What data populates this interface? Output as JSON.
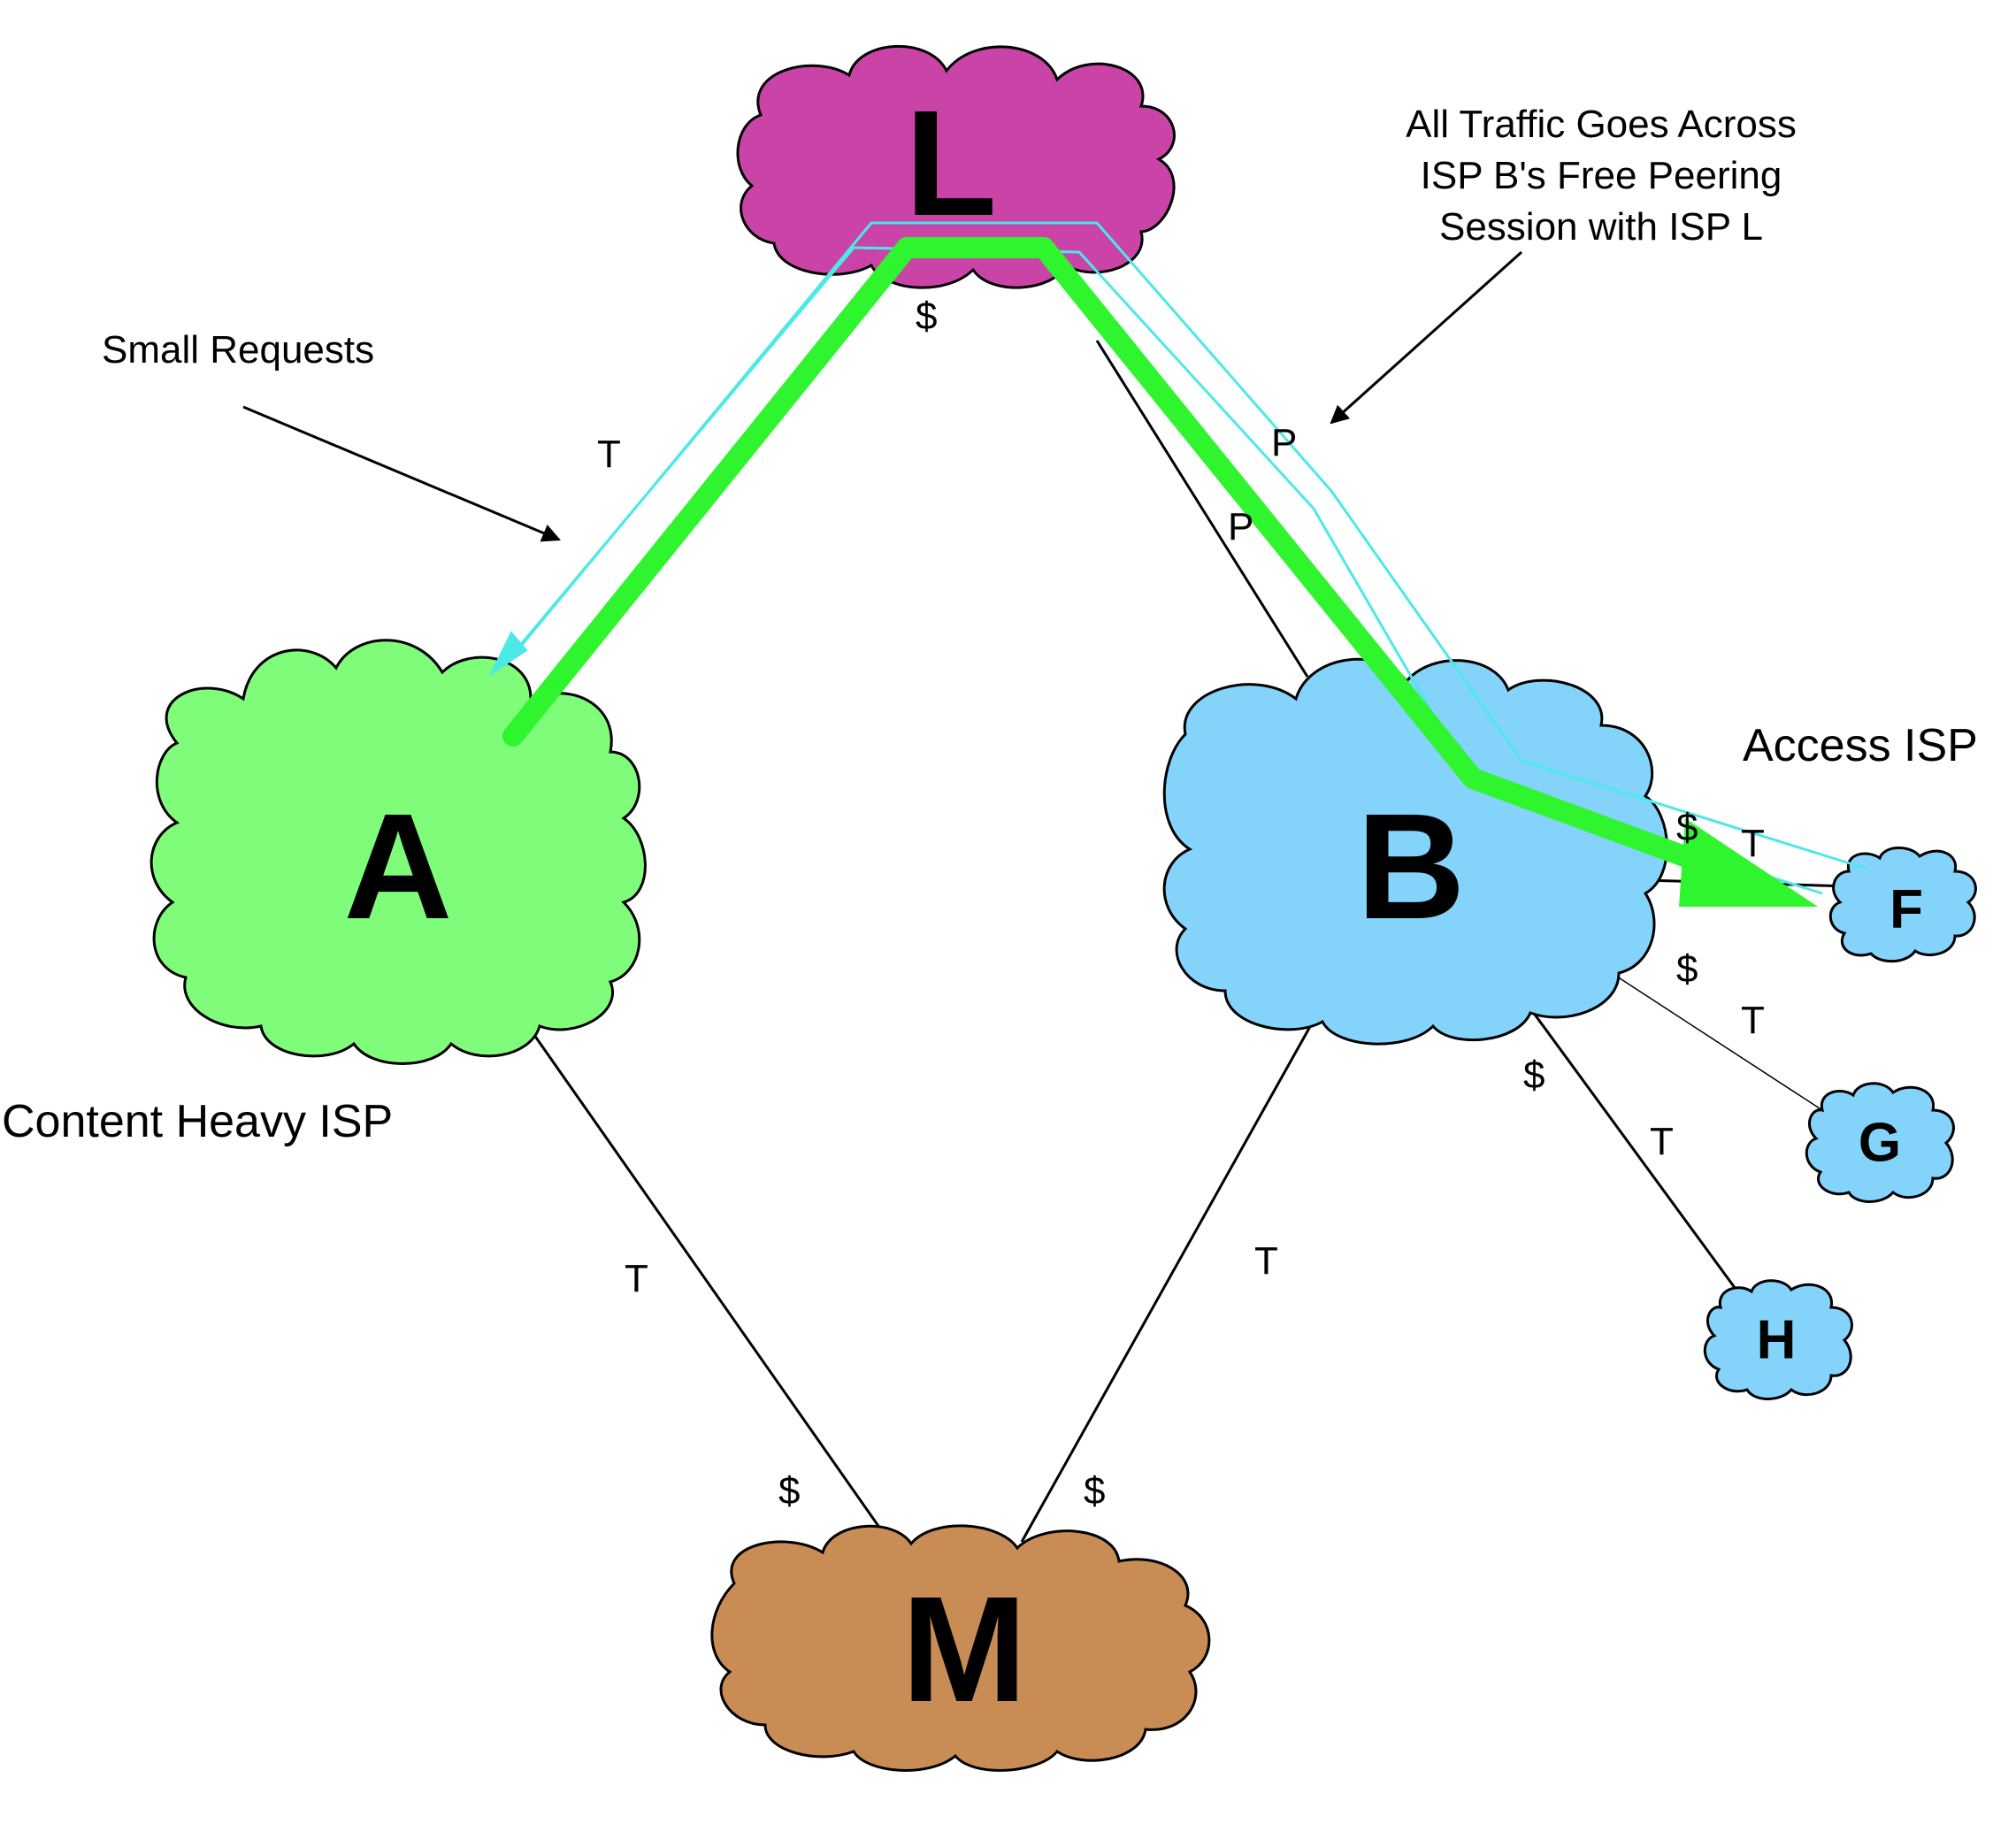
{
  "nodes": {
    "L": {
      "label": "L",
      "color": "#c944a6"
    },
    "A": {
      "label": "A",
      "color": "#7ffc7a"
    },
    "B": {
      "label": "B",
      "color": "#84d3fb"
    },
    "M": {
      "label": "M",
      "color": "#c98c55"
    },
    "F": {
      "label": "F",
      "color": "#84d3fb"
    },
    "G": {
      "label": "G",
      "color": "#84d3fb"
    },
    "H": {
      "label": "H",
      "color": "#84d3fb"
    }
  },
  "edge_labels": {
    "la_dollar": "$",
    "la_t": "T",
    "lb_p1": "P",
    "lb_p2": "P",
    "bf_dollar": "$",
    "bf_t": "T",
    "bg_dollar": "$",
    "bg_t": "T",
    "bh_dollar": "$",
    "bh_t": "T",
    "am_t": "T",
    "am_dollar": "$",
    "bm_t": "T",
    "bm_dollar": "$"
  },
  "annotations": {
    "small_requests": "Small Requests",
    "all_traffic_line1": "All Traffic Goes Across",
    "all_traffic_line2": "ISP B's Free Peering",
    "all_traffic_line3": "Session with ISP L",
    "access_isp": "Access ISP",
    "content_heavy_isp": "Content Heavy ISP"
  },
  "colors": {
    "traffic_green": "#2ef52e",
    "request_cyan": "#4de8e8",
    "line": "#000000"
  }
}
